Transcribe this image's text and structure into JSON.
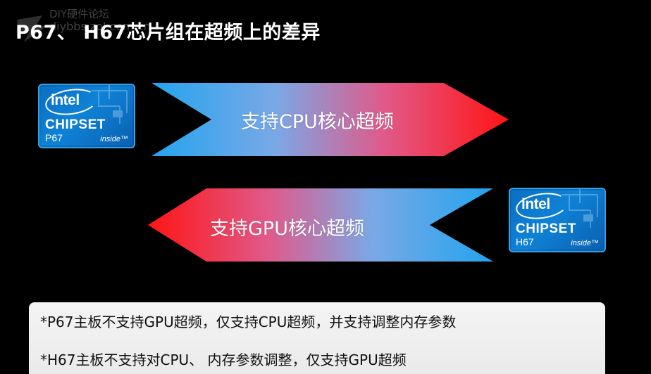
{
  "slide": {
    "title": "P67、 H67芯片组在超频上的差异"
  },
  "watermark": {
    "line1": "DIY硬件论坛",
    "line2": "diybbs.zol.com.cn"
  },
  "badges": {
    "p67": {
      "brand": "intel",
      "chipset": "CHIPSET",
      "model": "P67",
      "tagline": "inside™"
    },
    "h67": {
      "brand": "intel",
      "chipset": "CHIPSET",
      "model": "H67",
      "tagline": "inside™"
    }
  },
  "arrows": {
    "right": {
      "label": "支持CPU核心超频",
      "colors": [
        "#2aa8f0",
        "#ff1a1a"
      ]
    },
    "left": {
      "label": "支持GPU核心超频",
      "colors": [
        "#ff1a1a",
        "#2aa8f0"
      ]
    }
  },
  "notes": {
    "line1": "*P67主板不支持GPU超频，仅支持CPU超频，并支持调整内存参数",
    "line2": "*H67主板不支持对CPU、 内存参数调整，仅支持GPU超频"
  }
}
